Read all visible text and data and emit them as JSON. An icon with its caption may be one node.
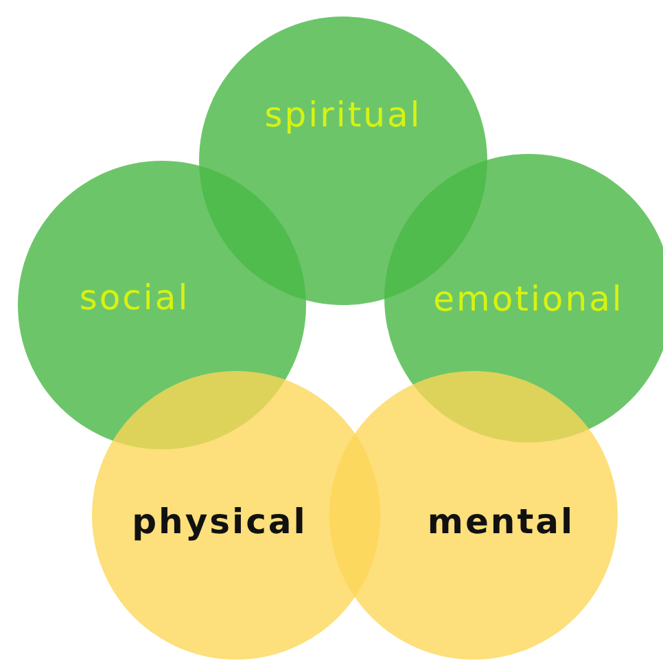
{
  "diagram": {
    "nodes": [
      {
        "text": [
          "spiritual"
        ]
      },
      {
        "text": [
          "social"
        ]
      },
      {
        "text": [
          "emotional"
        ]
      },
      {
        "text": [
          "physical"
        ]
      },
      {
        "text": [
          "mental"
        ]
      }
    ]
  }
}
